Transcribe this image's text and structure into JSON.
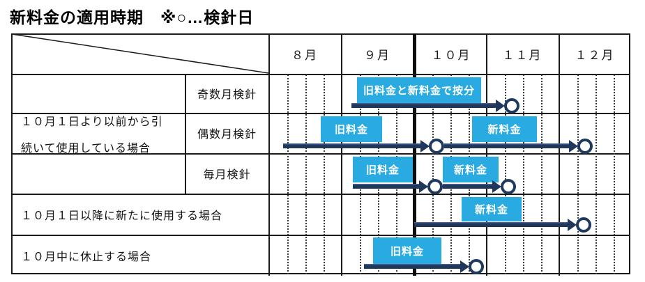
{
  "title": "新料金の適用時期　※○…検針日",
  "legend_note": "○…検針日",
  "colors": {
    "bar_blue": "#29abe2",
    "arrow_navy": "#20375c",
    "circle_stroke": "#1f3a5f",
    "grid_black": "#1a1a1a",
    "bar_text": "#ffffff"
  },
  "header": {
    "months": [
      "８月",
      "９月",
      "１０月",
      "１１月",
      "１２月"
    ]
  },
  "rows": {
    "group1": {
      "label_line1": "１０月１日より以前から引",
      "label_line2": "続いて使用している場合",
      "subrows": [
        {
          "label": "奇数月検針"
        },
        {
          "label": "偶数月検針"
        },
        {
          "label": "毎月検針"
        }
      ]
    },
    "row4_label": "１０月１日以降に新たに使用する場合",
    "row5_label": "１０月中に休止する場合"
  },
  "bars": {
    "r1": {
      "label": "旧料金と新料金で按分"
    },
    "r2a": {
      "label": "旧料金"
    },
    "r2b": {
      "label": "新料金"
    },
    "r3a": {
      "label": "旧料金"
    },
    "r3b": {
      "label": "新料金"
    },
    "r4": {
      "label": "新料金"
    },
    "r5": {
      "label": "旧料金"
    }
  },
  "chart_data": {
    "type": "table",
    "subtype": "gantt-timeline",
    "title": "新料金の適用時期",
    "legend": "○…検針日",
    "columns": [
      "8月",
      "9月",
      "10月",
      "11月",
      "12月"
    ],
    "divider": "9月と10月の間の太線（10月1日）",
    "rows": [
      {
        "case": "１０月１日より以前から引続いて使用している場合",
        "reading_cycle": "奇数月検針",
        "bars": [
          {
            "label": "旧料金と新料金で按分",
            "from": "9月上旬",
            "to": "10月末"
          }
        ],
        "arrow": {
          "from": "9月上旬",
          "to": "11月上旬"
        },
        "reading_days": [
          "11月上旬"
        ]
      },
      {
        "case": "１０月１日より以前から引続いて使用している場合",
        "reading_cycle": "偶数月検針",
        "bars": [
          {
            "label": "旧料金",
            "from": "8月下旬",
            "to": "9月中旬"
          },
          {
            "label": "新料金",
            "from": "10月下旬",
            "to": "11月下旬"
          }
        ],
        "arrow": {
          "from": "8月上旬",
          "to": "12月上旬"
        },
        "reading_days": [
          "10月上旬",
          "12月上旬"
        ]
      },
      {
        "case": "１０月１日より以前から引続いて使用している場合",
        "reading_cycle": "毎月検針",
        "bars": [
          {
            "label": "旧料金",
            "from": "9月上旬",
            "to": "9月末"
          },
          {
            "label": "新料金",
            "from": "10月中旬",
            "to": "11月上旬"
          }
        ],
        "arrow": {
          "from": "9月上旬",
          "to": "11月上旬"
        },
        "reading_days": [
          "10月上旬",
          "11月上旬"
        ]
      },
      {
        "case": "１０月１日以降に新たに使用する場合",
        "reading_cycle": null,
        "bars": [
          {
            "label": "新料金",
            "from": "10月下旬",
            "to": "11月中旬"
          }
        ],
        "arrow": {
          "from": "10月1日",
          "to": "12月上旬"
        },
        "reading_days": [
          "12月上旬"
        ]
      },
      {
        "case": "１０月中に休止する場合",
        "reading_cycle": null,
        "bars": [
          {
            "label": "旧料金",
            "from": "9月中旬",
            "to": "10月中旬"
          }
        ],
        "arrow": {
          "from": "9月中旬",
          "to": "10月下旬"
        },
        "reading_days": [
          "10月下旬"
        ]
      }
    ]
  }
}
